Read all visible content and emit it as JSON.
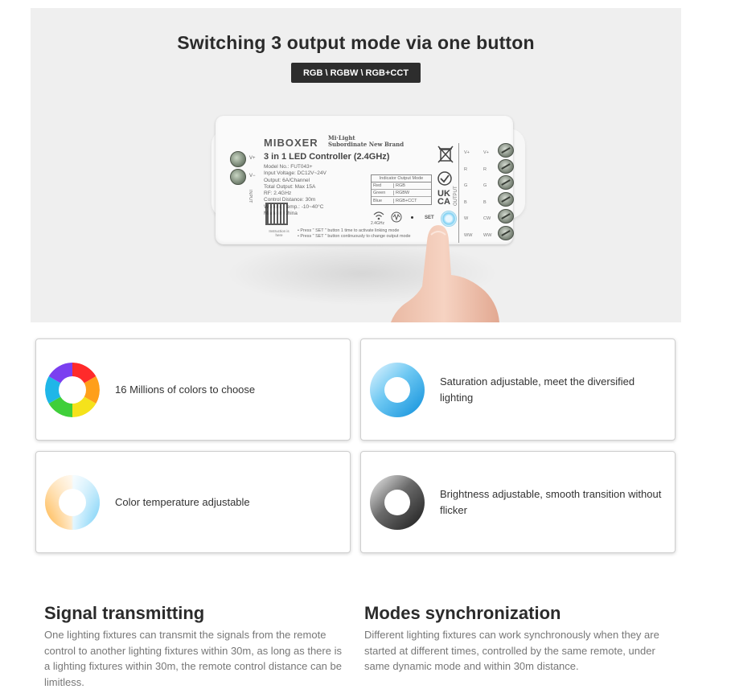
{
  "hero": {
    "title": "Switching 3 output mode via one button",
    "mode_badge": "RGB \\ RGBW \\ RGB+CCT"
  },
  "device": {
    "brand": "MIBOXER",
    "brand_sub_line1": "Mi·Light",
    "brand_sub_line2": "Subordinate New Brand",
    "name": "3 in 1 LED Controller (2.4GHz)",
    "specs": [
      "Model No.: FUT043+",
      "Input Voltage: DC12V~24V",
      "Output: 6A/Channel",
      "Total Output: Max 15A",
      "RF: 2.4GHz",
      "Control Distance: 30m",
      "Working Temp.: -10~40°C",
      "Made in China"
    ],
    "table_header": "Indicator Output Mode",
    "table_rows": [
      {
        "color": "Red",
        "mode": "RGB"
      },
      {
        "color": "Green",
        "mode": "RGBW"
      },
      {
        "color": "Blue",
        "mode": "RGB+CCT"
      }
    ],
    "notes": [
      "• Press \" SET \" button 1 time to activate linking mode",
      "• Press \" SET \" button continuously to change output mode"
    ],
    "qr_label": "Instruction is here",
    "input_plus": "V+",
    "input_minus": "V−",
    "input_side": "INPUT",
    "cert_line1": "UK",
    "cert_line2": "CA",
    "rf_label": "2.4GHz",
    "set_label": "SET",
    "output_label": "OUTPUT",
    "terminals": [
      "V+",
      "R",
      "G",
      "B",
      "W",
      "WW"
    ],
    "terminals_right": [
      "V+",
      "R",
      "G",
      "B",
      "CW",
      "WW"
    ]
  },
  "features": [
    {
      "text": "16 Millions of colors to choose",
      "icon": "color-wheel-icon"
    },
    {
      "text": "Saturation adjustable, meet the diversified lighting",
      "icon": "saturation-ring-icon"
    },
    {
      "text": "Color temperature adjustable",
      "icon": "color-temperature-ring-icon"
    },
    {
      "text": "Brightness adjustable, smooth transition without flicker",
      "icon": "brightness-ring-icon"
    }
  ],
  "sections": [
    {
      "title": "Signal transmitting",
      "body": "One lighting fixtures can transmit the signals from the remote control to another lighting fixtures within 30m, as long as there is a lighting fixtures within 30m, the remote control distance can be limitless."
    },
    {
      "title": "Modes synchronization",
      "body": "Different lighting fixtures can work synchronously when they are started at different times, controlled by the same remote, under same dynamic mode and within 30m distance."
    }
  ],
  "colors": {
    "hero_bg": "#efefef",
    "badge_bg": "#2d2d2d",
    "saturation_blue": "#1e9be0",
    "warm": "#ffb648",
    "cool": "#7fd2f7"
  }
}
